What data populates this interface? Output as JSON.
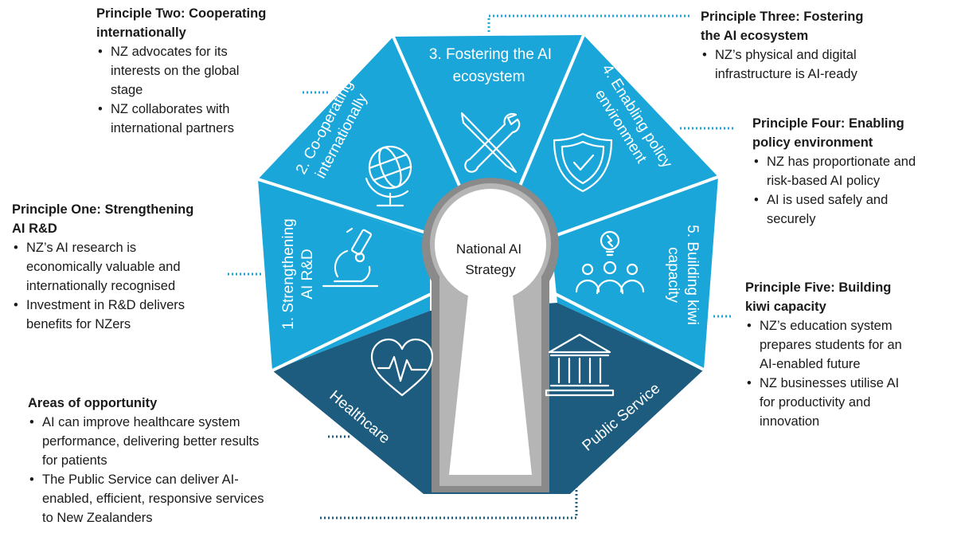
{
  "center": {
    "line1": "National AI",
    "line2": "Strategy"
  },
  "segments": {
    "s1": {
      "label": "1. Strengthening AI R&D",
      "line1": "1. Strengthening",
      "line2": "AI R&D",
      "icon": "microscope-icon"
    },
    "s2": {
      "label": "2. Co-operating internationally",
      "line1": "2. Co-operating",
      "line2": "internationally",
      "icon": "globe-icon"
    },
    "s3": {
      "label": "3. Fostering the AI ecosystem",
      "line1": "3. Fostering the AI",
      "line2": "ecosystem",
      "icon": "tools-icon"
    },
    "s4": {
      "label": "4. Enabling policy environment",
      "line1": "4. Enabling policy",
      "line2": "environment",
      "icon": "shield-check-icon"
    },
    "s5": {
      "label": "5. Building kiwi capacity",
      "line1": "5. Building kiwi",
      "line2": "capacity",
      "icon": "people-idea-icon"
    },
    "healthcare": {
      "label": "Healthcare",
      "icon": "heart-pulse-icon"
    },
    "public_service": {
      "label": "Public Service",
      "icon": "government-building-icon"
    }
  },
  "colors": {
    "light_segment": "#1aa6d9",
    "dark_segment": "#1d5c7f",
    "keyhole_ring": "#8a8a8a",
    "keyhole_inner": "#b5b5b5"
  },
  "principles": {
    "one": {
      "title_line1": "Principle One: Strengthening",
      "title_line2": "AI R&D",
      "bullets": [
        [
          "NZ’s AI research is",
          "economically valuable and",
          "internationally recognised"
        ],
        [
          "Investment in R&D delivers",
          "benefits for NZers"
        ]
      ]
    },
    "two": {
      "title_line1": "Principle Two: Cooperating",
      "title_line2": "internationally",
      "bullets": [
        [
          "NZ advocates for its",
          "interests on the global",
          "stage"
        ],
        [
          "NZ collaborates with",
          "international partners"
        ]
      ]
    },
    "three": {
      "title_line1": "Principle Three: Fostering",
      "title_line2": "the AI ecosystem",
      "bullets": [
        [
          "NZ’s physical and digital",
          "infrastructure is AI-ready"
        ]
      ]
    },
    "four": {
      "title_line1": "Principle Four: Enabling",
      "title_line2": "policy environment",
      "bullets": [
        [
          "NZ has proportionate and",
          "risk-based AI policy"
        ],
        [
          "AI is used safely and",
          "securely"
        ]
      ]
    },
    "five": {
      "title_line1": "Principle Five: Building",
      "title_line2": "kiwi capacity",
      "bullets": [
        [
          "NZ’s education system",
          "prepares students for an",
          "AI-enabled future"
        ],
        [
          "NZ businesses utilise AI",
          "for productivity and",
          "innovation"
        ]
      ]
    }
  },
  "opportunity": {
    "title": "Areas of opportunity",
    "bullets": [
      [
        "AI can improve healthcare system",
        "performance, delivering better results",
        "for patients"
      ],
      [
        "The Public Service can deliver AI-",
        "enabled, efficient, responsive services",
        "to New Zealanders"
      ]
    ]
  }
}
